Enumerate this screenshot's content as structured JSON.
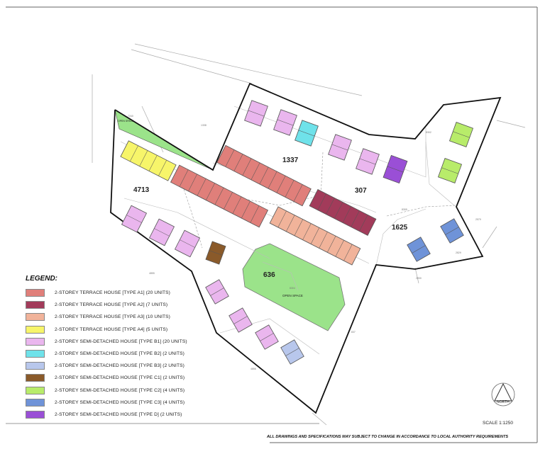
{
  "plan": {
    "block_labels": {
      "b4713": "4713",
      "b1337": "1337",
      "b307": "307",
      "b1625": "1625",
      "b636": "636"
    },
    "open_space_main": "OPEN SPACE",
    "open_space_small": "OPEN SPACE",
    "lot_refs": {
      "r7240": "7240",
      "r1338": "1338",
      "r8302": "8302",
      "r8305": "8305",
      "r2579": "2579",
      "r2829": "2829",
      "r2830": "2830",
      "r4855": "4855",
      "r837": "837",
      "r4856": "4856",
      "r8304": "8304"
    }
  },
  "legend": {
    "title": "LEGEND:",
    "items": [
      {
        "label": "2-STOREY TERRACE HOUSE [TYPE A1] (20 UNITS)",
        "color": "#e07f7a"
      },
      {
        "label": "2-STOREY TERRACE HOUSE [TYPE A2] (7 UNITS)",
        "color": "#a23b5a"
      },
      {
        "label": "2-STOREY TERRACE HOUSE [TYPE A3] (10 UNITS)",
        "color": "#f1b39a"
      },
      {
        "label": "2-STOREY TERRACE HOUSE [TYPE A4] (5 UNITS)",
        "color": "#f7f56a"
      },
      {
        "label": "2-STOREY SEMI-DETACHED HOUSE [TYPE B1] (20 UNITS)",
        "color": "#eab6ee"
      },
      {
        "label": "2-STOREY SEMI-DETACHED HOUSE [TYPE B2] (2 UNITS)",
        "color": "#6fe2ea"
      },
      {
        "label": "2-STOREY SEMI-DETACHED HOUSE [TYPE B3] (2 UNITS)",
        "color": "#b8c7ec"
      },
      {
        "label": "2-STOREY SEMI-DETACHED HOUSE [TYPE C1] (2 UNITS)",
        "color": "#8a5a2a"
      },
      {
        "label": "2-STOREY SEMI-DETACHED HOUSE [TYPE C2] (4 UNITS)",
        "color": "#b8ec6a"
      },
      {
        "label": "2-STOREY SEMI-DETACHED HOUSE [TYPE C3] (4 UNITS)",
        "color": "#6f93d8"
      },
      {
        "label": "2-STOREY SEMI-DETACHED HOUSE [TYPE D] (2 UNITS)",
        "color": "#9a4fd6"
      }
    ]
  },
  "north_label": "NORTH",
  "scale": "SCALE  1:1250",
  "footer": "ALL DRAWINGS AND SPECIFICATIONS MAY SUBJECT TO CHANGE IN ACCORDANCE TO LOCAL AUTHORITY REQUIREMENTS",
  "colors": {
    "open_space": "#9be38a",
    "outline": "#111111"
  }
}
